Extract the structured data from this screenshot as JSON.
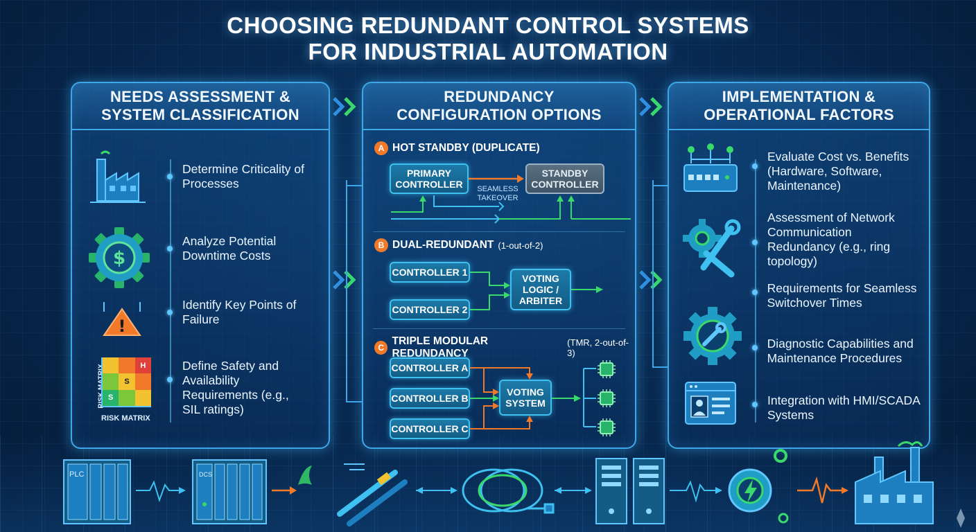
{
  "title": {
    "line1": "CHOOSING REDUNDANT CONTROL SYSTEMS",
    "line2": "FOR INDUSTRIAL AUTOMATION"
  },
  "panel1": {
    "heading1": "NEEDS ASSESSMENT &",
    "heading2": "SYSTEM CLASSIFICATION",
    "items": [
      {
        "text": "Determine Criticality of Processes",
        "icon": "factory-icon"
      },
      {
        "text": "Analyze Potential Downtime Costs",
        "icon": "dollar-gear-icon"
      },
      {
        "text": "Identify Key Points of Failure",
        "icon": "warning-icon"
      },
      {
        "text": "Define Safety and Availability Requirements (e.g., SIL ratings)",
        "icon": "risk-matrix-icon"
      }
    ],
    "matrix_label_y": "RISK MATRIX",
    "matrix_label_x": "RISK MATRIX",
    "matrix_cells": {
      "h": "H",
      "s1": "S",
      "s2": "S"
    }
  },
  "panel2": {
    "heading1": "REDUNDANCY",
    "heading2": "CONFIGURATION OPTIONS",
    "sectionA": {
      "badge": "A",
      "title": "HOT STANDBY (DUPLICATE)",
      "primary": "PRIMARY CONTROLLER",
      "standby": "STANDBY CONTROLLER",
      "takeover": "SEAMLESS TAKEOVER"
    },
    "sectionB": {
      "badge": "B",
      "title": "DUAL-REDUNDANT",
      "title_small": "(1-out-of-2)",
      "c1": "CONTROLLER 1",
      "c2": "CONTROLLER 2",
      "voter": "VOTING LOGIC / ARBITER"
    },
    "sectionC": {
      "badge": "C",
      "title": "TRIPLE MODULAR REDUNDANCY",
      "title_small": "(TMR, 2-out-of-3)",
      "ca": "CONTROLLER A",
      "cb": "CONTROLLER B",
      "cc": "CONTROLLER C",
      "voter": "VOTING SYSTEM"
    }
  },
  "panel3": {
    "heading1": "IMPLEMENTATION &",
    "heading2": "OPERATIONAL FACTORS",
    "items": [
      {
        "text": "Evaluate Cost vs. Benefits (Hardware, Software, Maintenance)",
        "icon": "network-switch-icon"
      },
      {
        "text": "Assessment of Network Communication Redundancy (e.g., ring topology)",
        "icon": "gear-wrench-icon"
      },
      {
        "text": "Requirements for Seamless Switchover Times",
        "icon": "gear-wrench-icon"
      },
      {
        "text": "Diagnostic Capabilities and Maintenance Procedures",
        "icon": "gear-wrench-icon"
      },
      {
        "text": "Integration with HMI/SCADA Systems",
        "icon": "hmi-screen-icon"
      }
    ]
  },
  "bottom": {
    "plc_label": "PLC",
    "dcs_label": "DCS"
  },
  "colors": {
    "accent": "#3ea7e8",
    "green": "#39d96b",
    "orange": "#f07a2a"
  }
}
